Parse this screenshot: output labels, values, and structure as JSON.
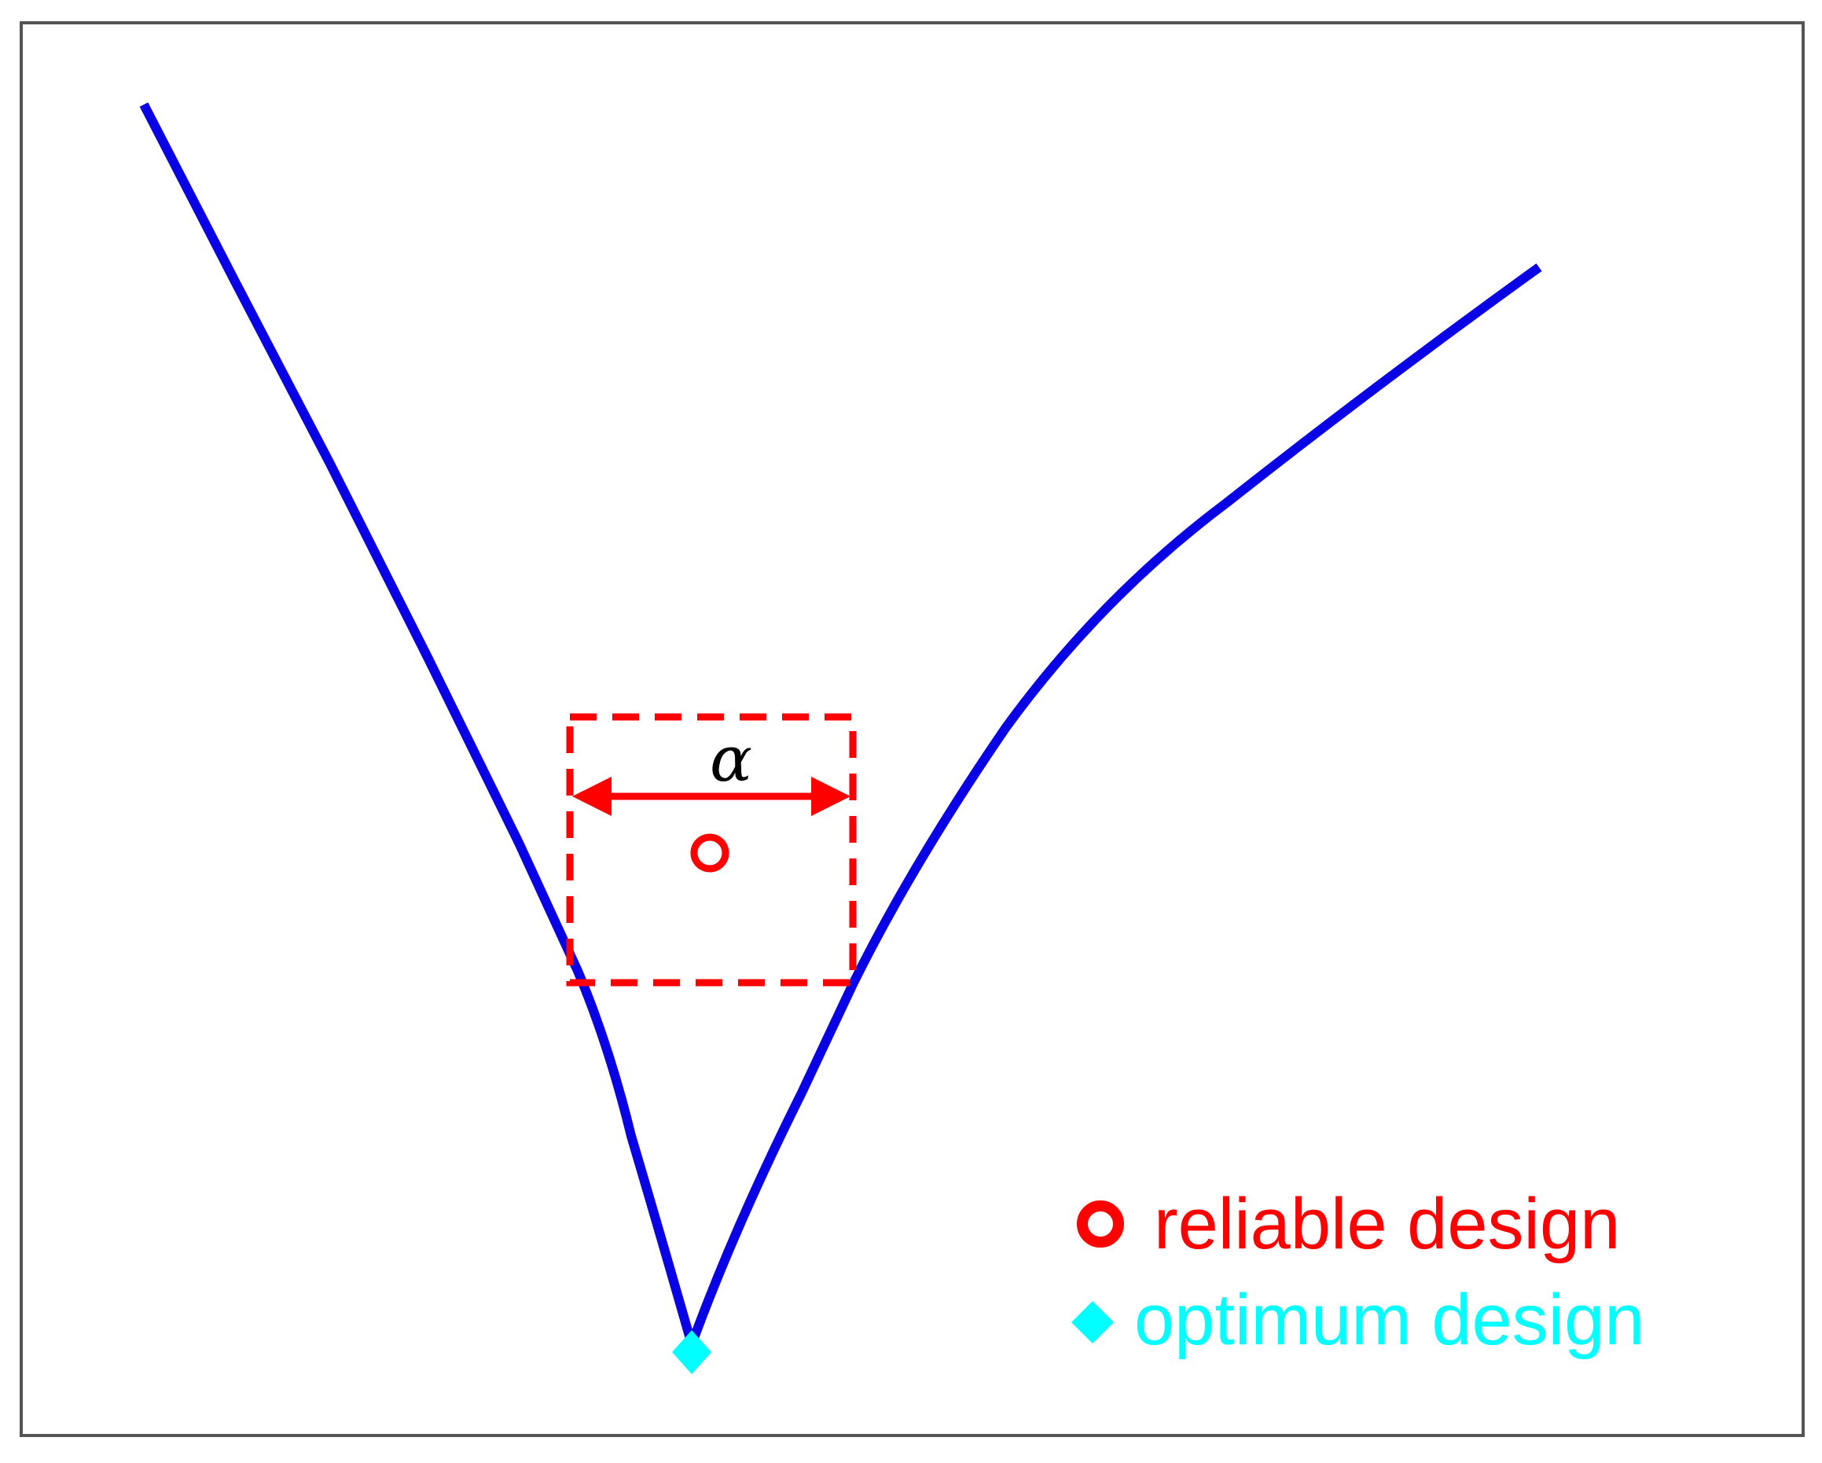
{
  "colors": {
    "background": "#ffffff",
    "frame": "#555555",
    "curve": "#0a00e6",
    "reliable": "#ff0000",
    "optimum": "#00ffff",
    "alpha_label": "#000000"
  },
  "curve": {
    "description_shape": "V-shaped limit-state boundary"
  },
  "annotation": {
    "alpha_symbol": "α"
  },
  "legend": {
    "items": [
      {
        "marker": "circle-marker",
        "label": "reliable design",
        "color": "#ff0000"
      },
      {
        "marker": "diamond-marker",
        "label": "optimum design",
        "color": "#00ffff"
      }
    ]
  }
}
